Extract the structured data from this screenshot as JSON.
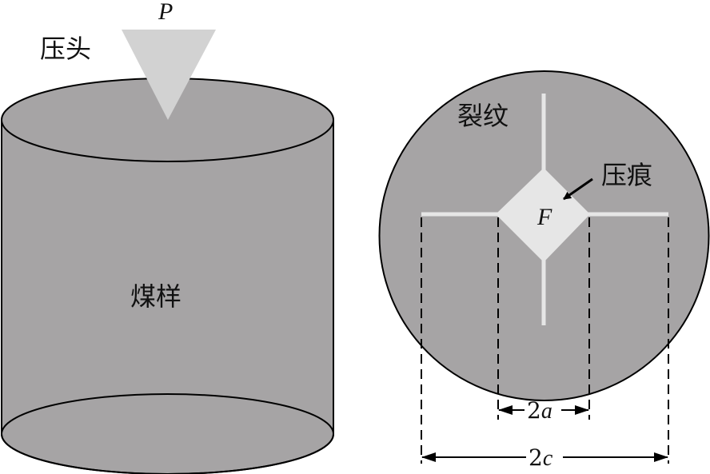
{
  "labels": {
    "load": "P",
    "indenter": "压头",
    "sample": "煤样",
    "crack": "裂纹",
    "indentation": "压痕",
    "indent_area": "F",
    "indent_width_a": "2",
    "indent_width_a_var": "a",
    "crack_width_c": "2",
    "crack_width_c_var": "c"
  },
  "colors": {
    "sample": "#a6a4a5",
    "indenter": "#d2d2d2",
    "indentation": "#e6e6e6",
    "crack": "#e6e6e6",
    "outline": "#000000"
  }
}
